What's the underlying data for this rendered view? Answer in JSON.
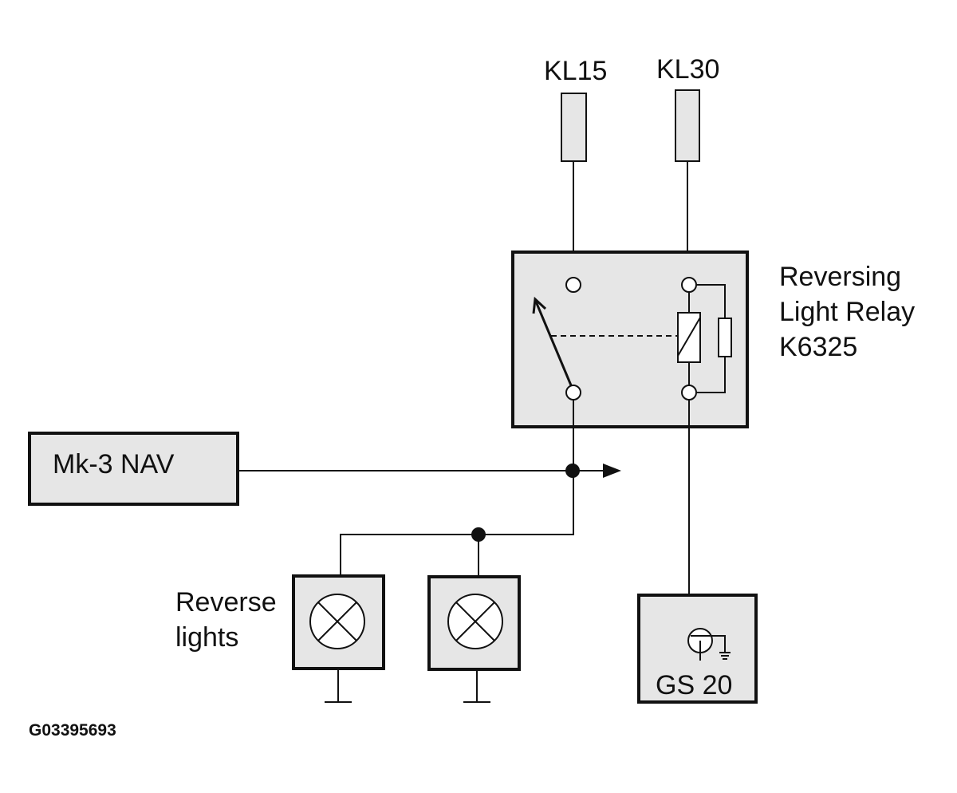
{
  "terminals": {
    "kl15": "KL15",
    "kl30": "KL30"
  },
  "relay": {
    "line1": "Reversing",
    "line2": "Light Relay",
    "line3": "K6325"
  },
  "nav": {
    "label": "Mk-3 NAV"
  },
  "reverse_lights": {
    "line1": "Reverse",
    "line2": "lights"
  },
  "gs20": {
    "label": "GS 20"
  },
  "figure_code": "G03395693",
  "colors": {
    "box_fill": "#e6e6e6",
    "stroke": "#111111",
    "background": "#ffffff"
  }
}
